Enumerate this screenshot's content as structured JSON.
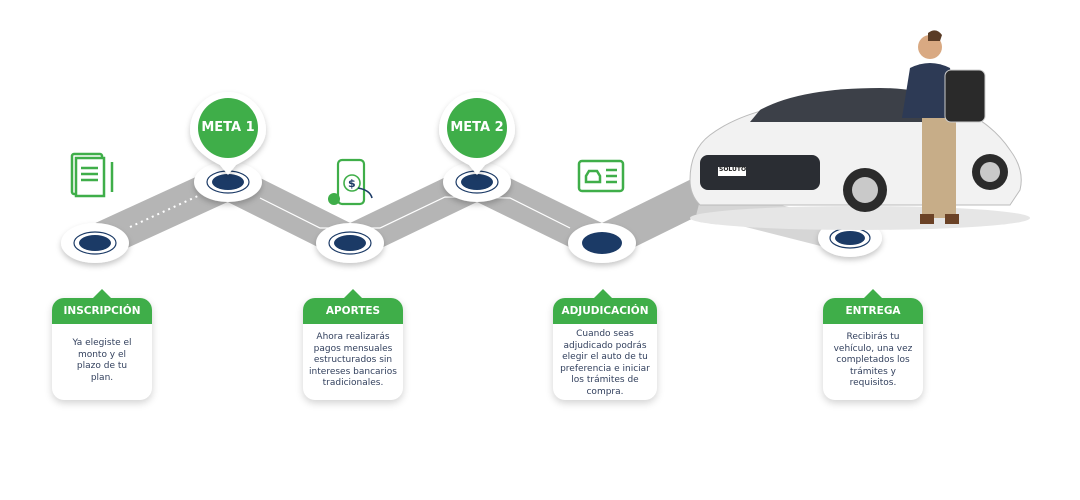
{
  "colors": {
    "green": "#3fae49",
    "navy": "#1b3a66",
    "road": "#b8b8b8"
  },
  "pins": [
    {
      "label": "META 1"
    },
    {
      "label": "META 2"
    }
  ],
  "icons": [
    "contract-document-icon",
    "mobile-payment-icon",
    "vehicle-id-card-icon"
  ],
  "car": {
    "model_badge": "SOLUTO"
  },
  "steps": [
    {
      "title": "INSCRIPCIÓN",
      "text": "Ya elegiste el monto y el plazo de tu plan."
    },
    {
      "title": "APORTES",
      "text": "Ahora realizarás pagos mensuales estructurados sin intereses bancarios tradicionales."
    },
    {
      "title": "ADJUDICACIÓN",
      "text": "Cuando seas adjudicado podrás elegir el auto de tu preferencia  e iniciar los trámites de compra."
    },
    {
      "title": "ENTREGA",
      "text": "Recibirás tu vehículo, una vez completados los trámites y requisitos."
    }
  ]
}
